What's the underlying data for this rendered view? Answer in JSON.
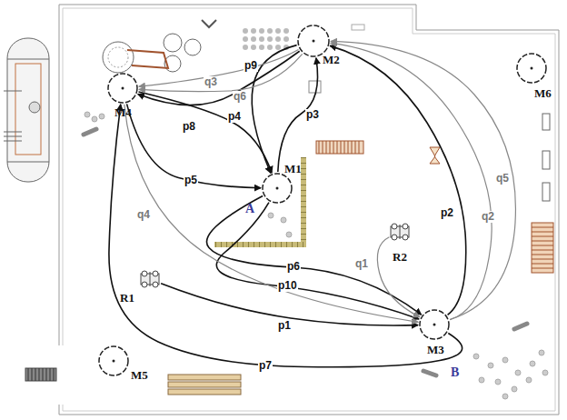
{
  "diagram": {
    "nodes": [
      {
        "text": [
          "M2"
        ]
      },
      {
        "text": [
          "M6"
        ]
      },
      {
        "text": [
          "M4"
        ]
      },
      {
        "text": [
          "M1"
        ]
      },
      {
        "text": [
          "R2"
        ]
      },
      {
        "text": [
          "R1"
        ]
      },
      {
        "text": [
          "M3"
        ]
      },
      {
        "text": [
          "M5"
        ]
      }
    ],
    "edges": [
      {
        "from": 5,
        "to": 6,
        "arrow": "to",
        "label": "p1"
      },
      {
        "from": 6,
        "to": 0,
        "arrow": "to",
        "label": "p2"
      },
      {
        "from": 3,
        "to": 0,
        "arrow": "to",
        "label": "p3"
      },
      {
        "from": 2,
        "to": 3,
        "arrow": "to",
        "label": "p4"
      },
      {
        "from": 2,
        "to": 3,
        "arrow": "to",
        "label": "p5"
      },
      {
        "from": 3,
        "to": 6,
        "arrow": "to",
        "label": "p6"
      },
      {
        "from": 6,
        "to": 2,
        "arrow": "to",
        "label": "p7"
      },
      {
        "from": 0,
        "to": 2,
        "arrow": "to",
        "label": "p8"
      },
      {
        "from": 0,
        "to": 3,
        "arrow": "to",
        "label": "p9"
      },
      {
        "from": 3,
        "to": 6,
        "arrow": "to",
        "label": "p10"
      },
      {
        "from": 4,
        "to": 6,
        "arrow": "to",
        "label": "q1"
      },
      {
        "from": 6,
        "to": 0,
        "arrow": "to",
        "label": "q2"
      },
      {
        "from": 0,
        "to": 2,
        "arrow": "to",
        "label": "q3"
      },
      {
        "from": 2,
        "to": 6,
        "arrow": "to",
        "label": "q4"
      },
      {
        "from": 6,
        "to": 0,
        "arrow": "to",
        "label": "q5"
      },
      {
        "from": 0,
        "to": 2,
        "arrow": "to",
        "label": "q6"
      }
    ],
    "labels": [
      "A",
      "B"
    ]
  }
}
